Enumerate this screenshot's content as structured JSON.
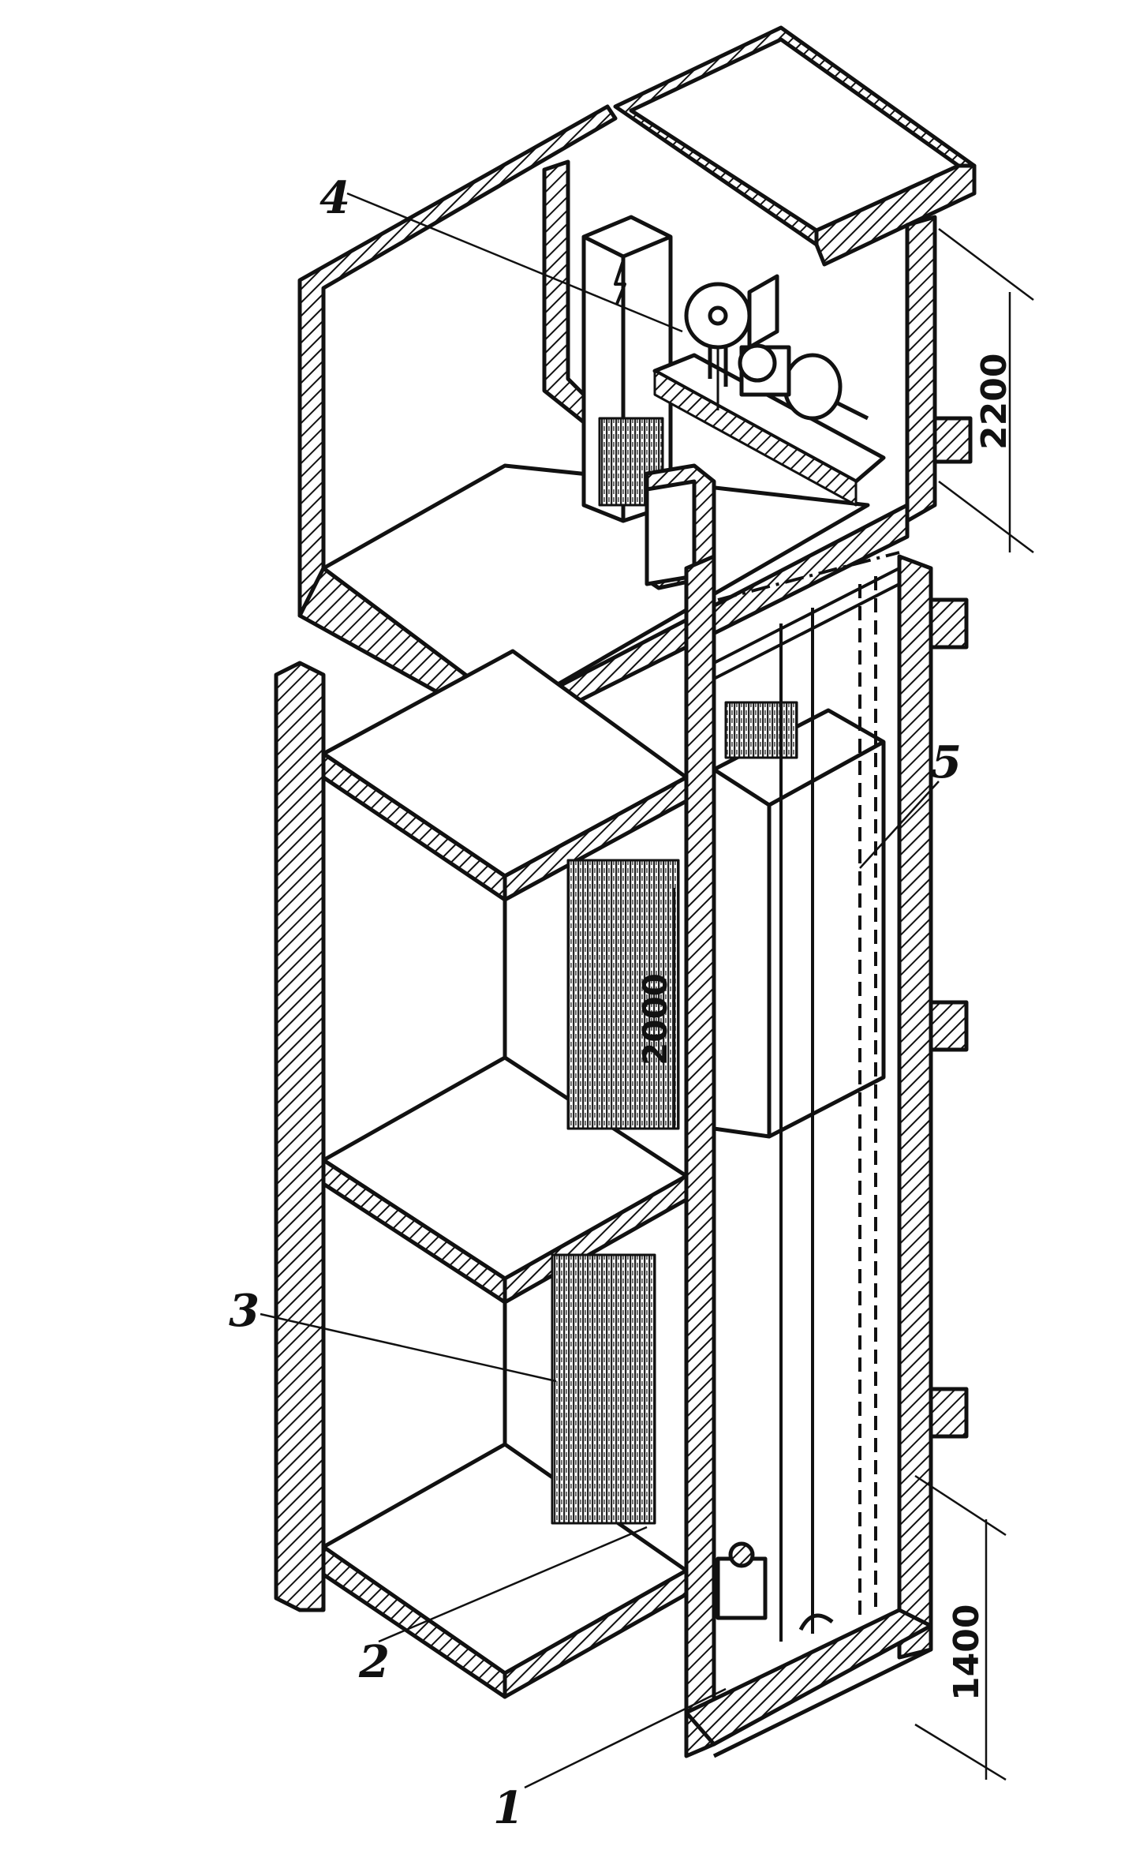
{
  "labels": {
    "l1": "1",
    "l2": "2",
    "l3": "3",
    "l4": "4",
    "l5": "5"
  },
  "dimensions": {
    "machine_room_height": "2200",
    "car_height": "2000",
    "pit_depth": "1400"
  },
  "colors": {
    "ink": "#111111",
    "paper": "#ffffff"
  },
  "icons": {
    "control_cabinet": "lightning-bolt-icon"
  }
}
